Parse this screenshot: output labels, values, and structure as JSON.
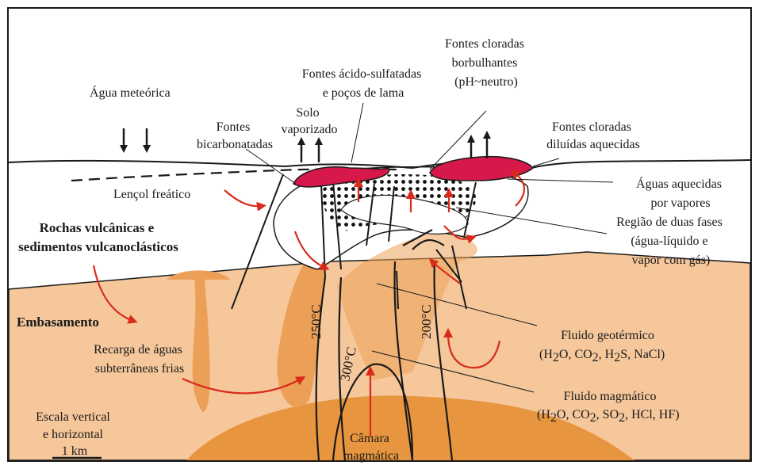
{
  "labels": {
    "meteoric": "Água meteórica",
    "acid_springs_1": "Fontes ácido-sulfatadas",
    "acid_springs_2": "e poços de lama",
    "steam_soil_1": "Solo",
    "steam_soil_2": "vaporizado",
    "chloride_bubbling_1": "Fontes cloradas",
    "chloride_bubbling_2": "borbulhantes",
    "chloride_bubbling_3": "(pH~neutro)",
    "bicarb_1": "Fontes",
    "bicarb_2": "bicarbonatadas",
    "dilute_chloride_1": "Fontes cloradas",
    "dilute_chloride_2": "diluídas aquecidas",
    "water_table": "Lençol freático",
    "steam_heated_1": "Águas aquecidas",
    "steam_heated_2": "por vapores",
    "two_phase_1": "Região de duas fases",
    "two_phase_2": "(água-líquido e",
    "two_phase_3": "vapor com gás)",
    "volcanic_rocks_1": "Rochas vulcânicas e",
    "volcanic_rocks_2": "sedimentos vulcanoclásticos",
    "basement": "Embasamento",
    "geothermal_fluid_1": "Fluido geotérmico",
    "geothermal_fluid_h2o": "(H",
    "geothermal_fluid_rest_a": "O, CO",
    "geothermal_fluid_rest_b": ", H",
    "geothermal_fluid_rest_c": "S, NaCl)",
    "magmatic_fluid_1": "Fluido magmático",
    "magmatic_fluid_h2o": "(H",
    "magmatic_fluid_rest_a": "O, CO",
    "magmatic_fluid_rest_b": ", SO",
    "magmatic_fluid_rest_c": ", HCl, HF)",
    "subscript_2": "2",
    "recharge_1": "Recarga de águas",
    "recharge_2": "subterrâneas frias",
    "scale_1": "Escala vertical",
    "scale_2": "e horizontal",
    "scale_3": "1 km",
    "chamber_1": "Câmara",
    "chamber_2": "magmática",
    "temp_250": "250°C",
    "temp_300": "300°C",
    "temp_200": "200°C"
  },
  "colors": {
    "basement_fill": "#f5c79b",
    "fluid_fill": "#eca057",
    "chamber_fill": "#e7963f",
    "spring_fill": "#d6194a",
    "arrow_red": "#d92a1c",
    "line": "#1a1a1a"
  }
}
